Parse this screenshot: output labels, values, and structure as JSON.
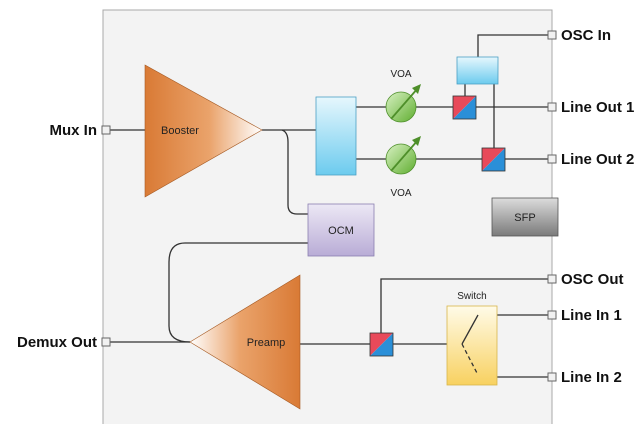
{
  "ports": {
    "mux_in": "Mux In",
    "demux_out": "Demux Out",
    "osc_in": "OSC In",
    "line_out_1": "Line Out 1",
    "line_out_2": "Line Out 2",
    "osc_out": "OSC Out",
    "line_in_1": "Line In 1",
    "line_in_2": "Line In 2"
  },
  "blocks": {
    "booster": "Booster",
    "preamp": "Preamp",
    "voa_top": "VOA",
    "voa_bottom": "VOA",
    "ocm": "OCM",
    "sfp": "SFP",
    "switch": "Switch"
  },
  "colors": {
    "amplifier": "#e08a4a",
    "splitter": "#7fd3f0",
    "ocm": "#c8bedf",
    "sfp": "#888888",
    "switch": "#fbdc7a",
    "voa": "#7cc24a",
    "coupler_red": "#e84a5a",
    "coupler_blue": "#2a8fd8"
  }
}
